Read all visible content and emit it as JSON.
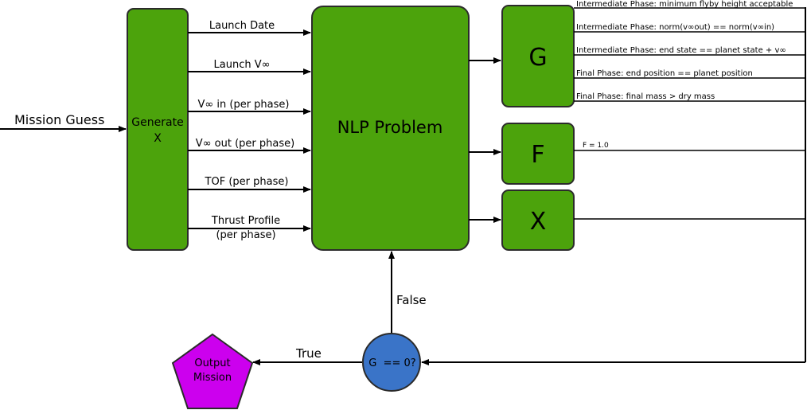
{
  "input": {
    "label": "Mission Guess"
  },
  "generate": {
    "line1": "Generate",
    "line2": "X"
  },
  "nlp": {
    "label": "NLP Problem"
  },
  "outputs": [
    {
      "label": "Launch Date"
    },
    {
      "label": "Launch V∞"
    },
    {
      "label": "V∞ in (per phase)"
    },
    {
      "label": "V∞ out (per phase)"
    },
    {
      "label": "TOF (per phase)"
    },
    {
      "label": "Thrust Profile",
      "label2": "(per phase)"
    }
  ],
  "g_box": {
    "label": "G"
  },
  "f_box": {
    "label": "F"
  },
  "x_box": {
    "label": "X"
  },
  "constraints": [
    "Intermediate Phase: minimum flyby height acceptable",
    "Intermediate Phase: norm(v∞out) == norm(v∞in)",
    "Intermediate Phase: end state == planet state + v∞",
    "Final Phase: end position == planet position",
    "Final Phase: final mass > dry mass"
  ],
  "f_value": "F = 1.0",
  "decision": {
    "label": "G  == 0?"
  },
  "false_label": "False",
  "true_label": "True",
  "output_mission": {
    "line1": "Output",
    "line2": "Mission"
  },
  "colors": {
    "box_green": "#4ca30c",
    "decision_blue": "#3a74c8",
    "output_purple": "#cc00ee"
  }
}
